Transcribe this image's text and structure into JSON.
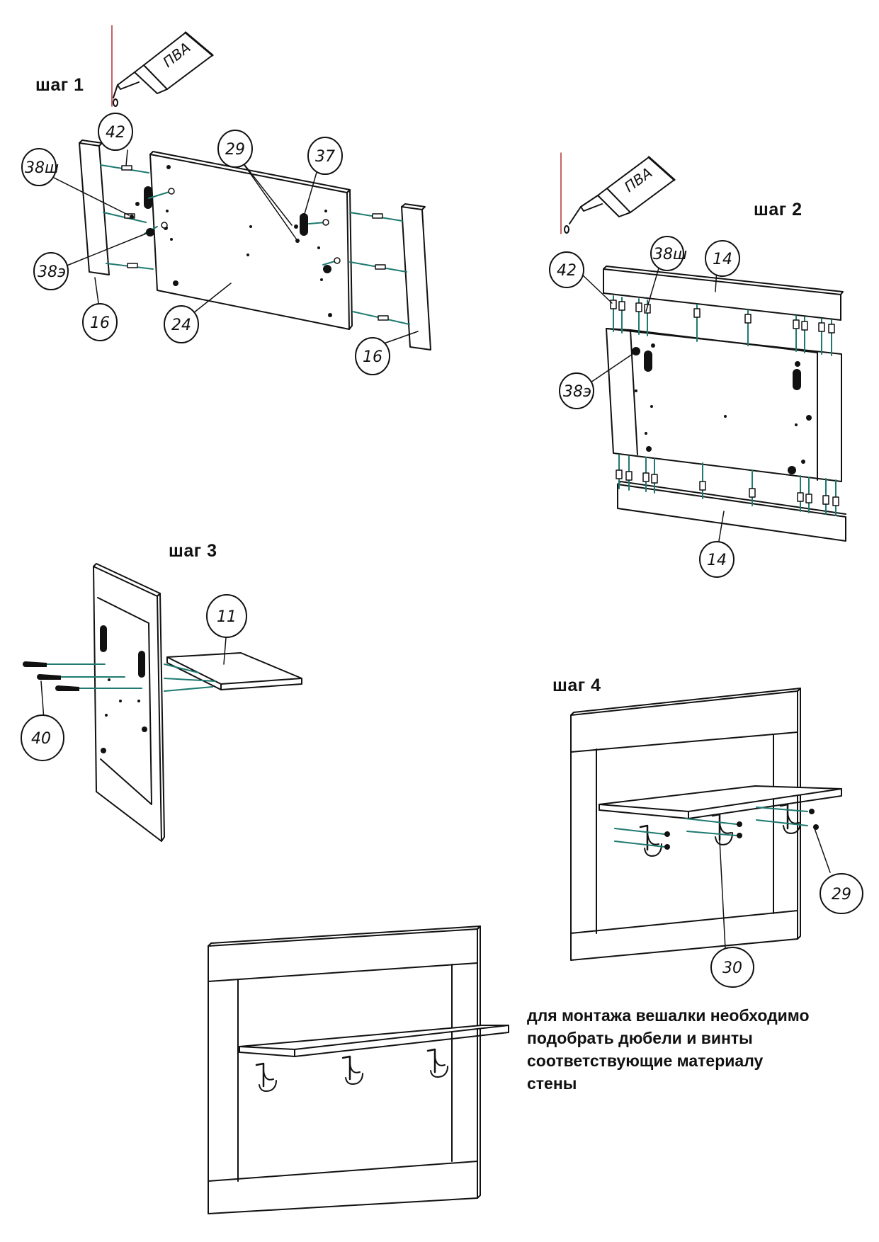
{
  "steps": {
    "step1": "шаг 1",
    "step2": "шаг 2",
    "step3": "шаг 3",
    "step4": "шаг 4"
  },
  "glue_label": "ПВА",
  "part_labels": {
    "p42a": "42",
    "p38sh_a": "38ш",
    "p38e_a": "38э",
    "p16a": "16",
    "p24": "24",
    "p29a": "29",
    "p37": "37",
    "p16b": "16",
    "p42b": "42",
    "p38sh_b": "38ш",
    "p14a": "14",
    "p38e_b": "38э",
    "p14b": "14",
    "p11": "11",
    "p40": "40",
    "p29b": "29",
    "p30": "30"
  },
  "mounting_note": [
    "для монтажа вешалки необходимо",
    "подобрать дюбели и винты",
    "соответствующие материалу",
    "стены"
  ]
}
